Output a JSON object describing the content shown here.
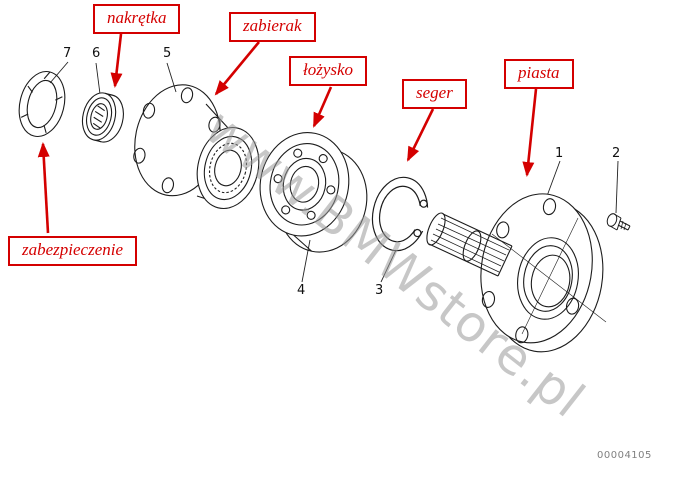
{
  "diagram": {
    "watermark": "www.BMWstore.pl",
    "drawing_code": "00004105"
  },
  "labels": {
    "nakretka": "nakrętka",
    "zabierak": "zabierak",
    "lozysko": "łożysko",
    "seger": "seger",
    "piasta": "piasta",
    "zabezpieczenie": "zabezpieczenie"
  },
  "part_numbers": {
    "lock_plate": "7",
    "nut": "6",
    "drive_flange": "5",
    "bearing": "4",
    "circlip": "3",
    "hub": "1",
    "bolt": "2"
  },
  "colors": {
    "annotation_red": "#d40000",
    "line_black": "#1c1c1c",
    "watermark_gray": "#9a9a9a"
  }
}
